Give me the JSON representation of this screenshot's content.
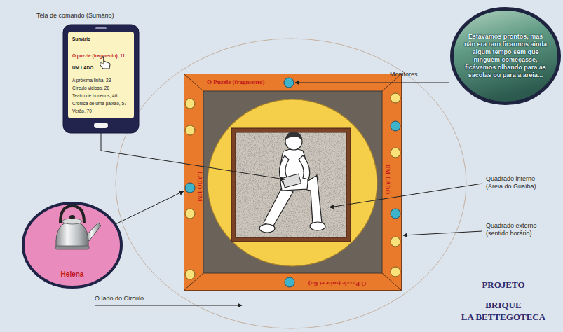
{
  "diagram": {
    "nodes": [
      {
        "text": [
          "Tela de comando (Sumário)",
          "Sumário",
          "O puzzle (fragmento), 11",
          "UM LADO",
          "A próxima linha, 23",
          "Círculo vicioso, 28",
          "Teatro de bonecos, 46",
          "Crônica de uma paixão, 57",
          "Verão, 70"
        ]
      },
      {
        "text": [
          "Estávamos prontos, mas não era raro ficarmos ainda algum tempo sem que ninguém começasse, ficávamos olhando para as sacolas ou para a areia..."
        ]
      },
      {
        "text": [
          "O Puzzle (fragmento)",
          "LADO UM",
          "UM LADO",
          "O Puzzle (suite et fin)"
        ]
      },
      {
        "text": [
          "Helena"
        ]
      }
    ],
    "edges": [
      {
        "from": 3,
        "to": 2,
        "arrow": "to"
      }
    ],
    "labels": [
      "Monitores",
      "Quadrado interno (Areia do Guaíba)",
      "Quadrado externo (sentido horário)",
      "O lado do Círculo",
      "PROJETO",
      "BRIQUE",
      "LA BETTEGOTECA"
    ]
  }
}
